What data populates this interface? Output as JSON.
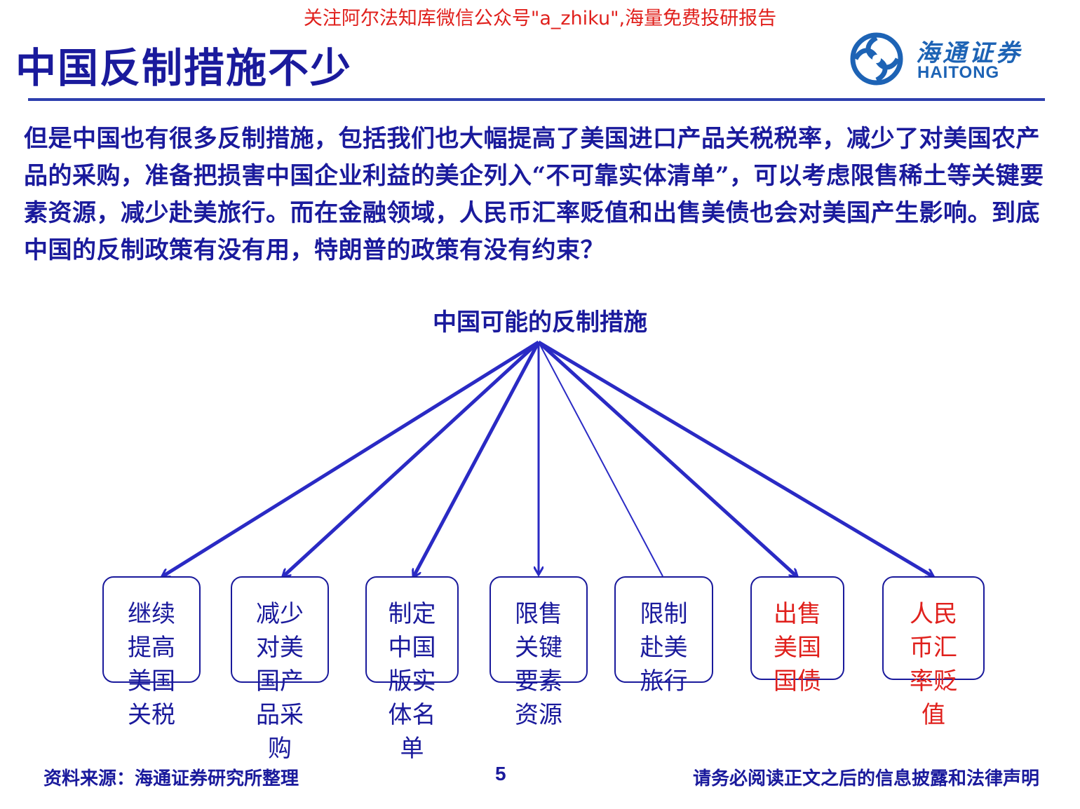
{
  "watermark": "关注阿尔法知库微信公众号\"a_zhiku\",海量免费投研报告",
  "title": "中国反制措施不少",
  "logo": {
    "cn": "海通证券",
    "en": "HAITONG",
    "icon": "haitong-logo-icon"
  },
  "paragraph": "但是中国也有很多反制措施，包括我们也大幅提高了美国进口产品关税税率，减少了对美国农产品的采购，准备把损害中国企业利益的美企列入“不可靠实体清单”，可以考虑限售稀土等关键要素资源，减少赴美旅行。而在金融领域，人民币汇率贬值和出售美债也会对美国产生影响。到底中国的反制政策有没有用，特朗普的政策有没有约束？",
  "diagram": {
    "root": "中国可能的反制措施",
    "nodes": [
      {
        "label": "继续提高美国关税",
        "highlight": false
      },
      {
        "label": "减少对美国产品采购",
        "highlight": false
      },
      {
        "label": "制定中国版实体名单",
        "highlight": false
      },
      {
        "label": "限售关键要素资源",
        "highlight": false
      },
      {
        "label": "限制赴美旅行",
        "highlight": false
      },
      {
        "label": "出售美国国债",
        "highlight": true
      },
      {
        "label": "人民币汇率贬值",
        "highlight": true
      }
    ],
    "colors": {
      "primary": "#1a1a9c",
      "highlight": "#e0201c"
    }
  },
  "footer": {
    "source": "资料来源：海通证券研究所整理",
    "page": "5",
    "disclaimer": "请务必阅读正文之后的信息披露和法律声明"
  }
}
